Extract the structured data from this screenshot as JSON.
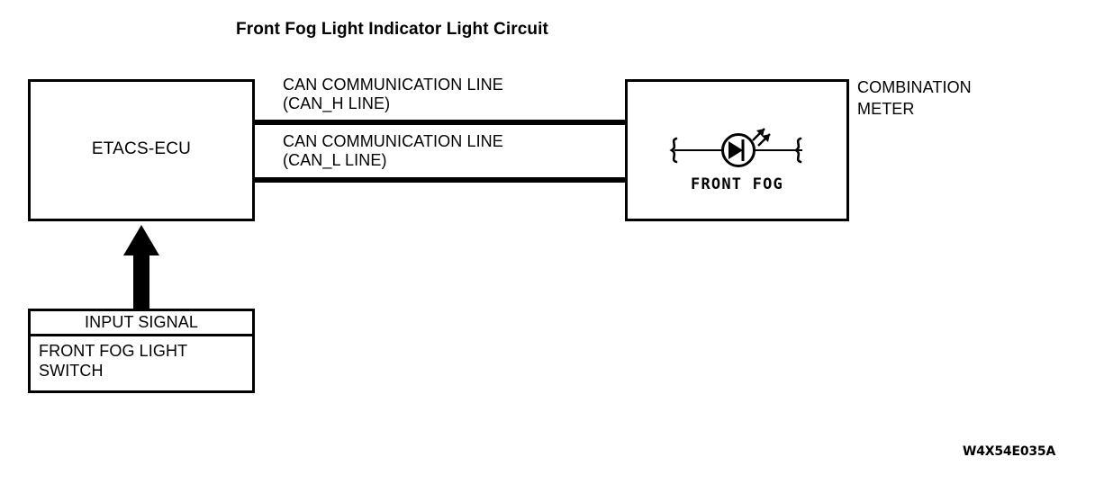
{
  "title": "Front Fog Light Indicator Light Circuit",
  "blocks": {
    "etacs_ecu": "ETACS-ECU",
    "combination_meter": "COMBINATION\nMETER",
    "combination_meter_line1": "COMBINATION",
    "combination_meter_line2": "METER"
  },
  "can_lines": [
    {
      "id": "can_h",
      "line1": "CAN COMMUNICATION LINE",
      "line2": "(CAN_H LINE)"
    },
    {
      "id": "can_l",
      "line1": "CAN COMMUNICATION LINE",
      "line2": "(CAN_L LINE)"
    }
  ],
  "indicator": {
    "caption": "FRONT  FOG",
    "symbol": "led-indicator-icon"
  },
  "input_signal": {
    "header": "INPUT SIGNAL",
    "body_line1": "FRONT FOG LIGHT",
    "body_line2": "SWITCH"
  },
  "arrow": {
    "direction": "up",
    "semantic": "input-signal-arrow"
  },
  "figure_code": "W4X54E035A",
  "colors": {
    "ink": "#000000",
    "background": "#ffffff"
  }
}
